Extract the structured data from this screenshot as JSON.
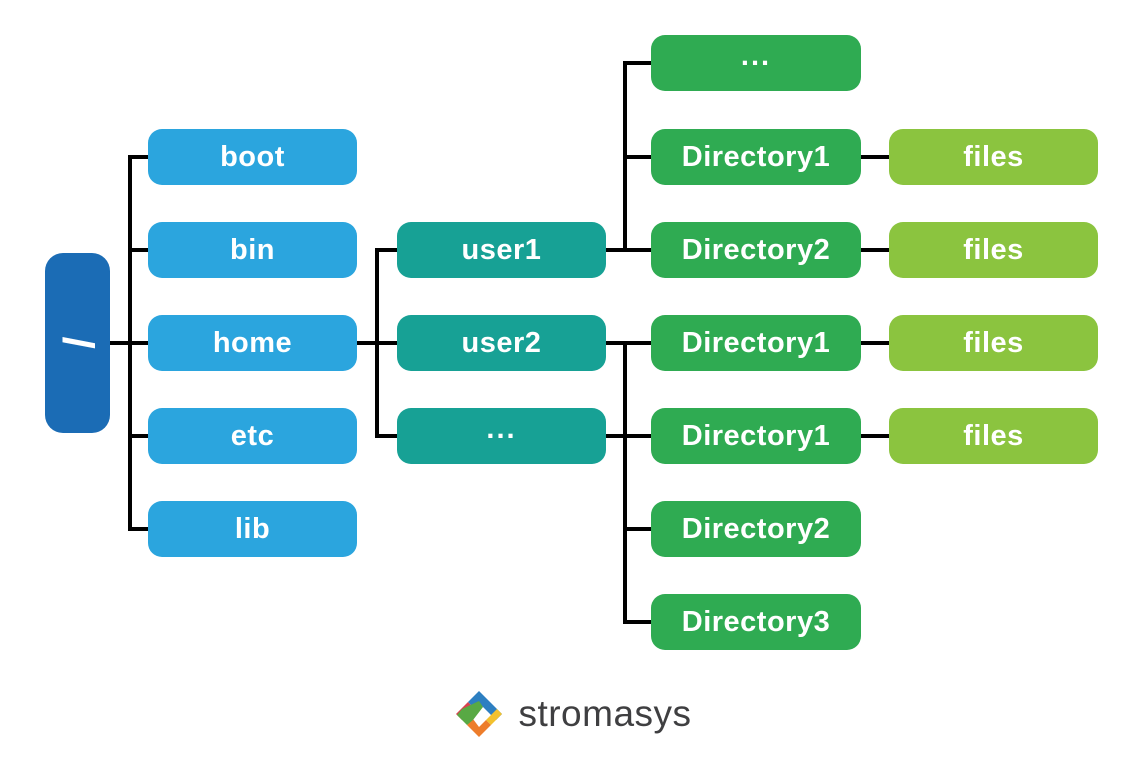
{
  "diagram": {
    "title_hint": "Linux filesystem hierarchy tree",
    "root": {
      "label": "/"
    },
    "level1": [
      {
        "label": "boot"
      },
      {
        "label": "bin"
      },
      {
        "label": "home"
      },
      {
        "label": "etc"
      },
      {
        "label": "lib"
      }
    ],
    "level2": [
      {
        "label": "user1"
      },
      {
        "label": "user2"
      },
      {
        "label": "..."
      }
    ],
    "level3": [
      {
        "label": "..."
      },
      {
        "label": "Directory1"
      },
      {
        "label": "Directory2"
      },
      {
        "label": "Directory1"
      },
      {
        "label": "Directory1"
      },
      {
        "label": "Directory2"
      },
      {
        "label": "Directory3"
      }
    ],
    "level4": [
      {
        "label": "files"
      },
      {
        "label": "files"
      },
      {
        "label": "files"
      },
      {
        "label": "files"
      }
    ]
  },
  "footer": {
    "brand": "stromasys",
    "logo_icon": "stromasys-diamond-icon"
  },
  "colors": {
    "root_node": "#1b6cb5",
    "level1_node": "#2ba5de",
    "level2_node": "#17a195",
    "level3_node": "#2fab52",
    "level4_node": "#8bc43f",
    "connector": "#000000",
    "label_text": "#ffffff",
    "brand_text": "#3f3f41",
    "logo_red": "#d8414f",
    "logo_blue": "#2d7fc1",
    "logo_green": "#58a944",
    "logo_yellow": "#f2c12e",
    "logo_orange": "#ed7d2b"
  }
}
